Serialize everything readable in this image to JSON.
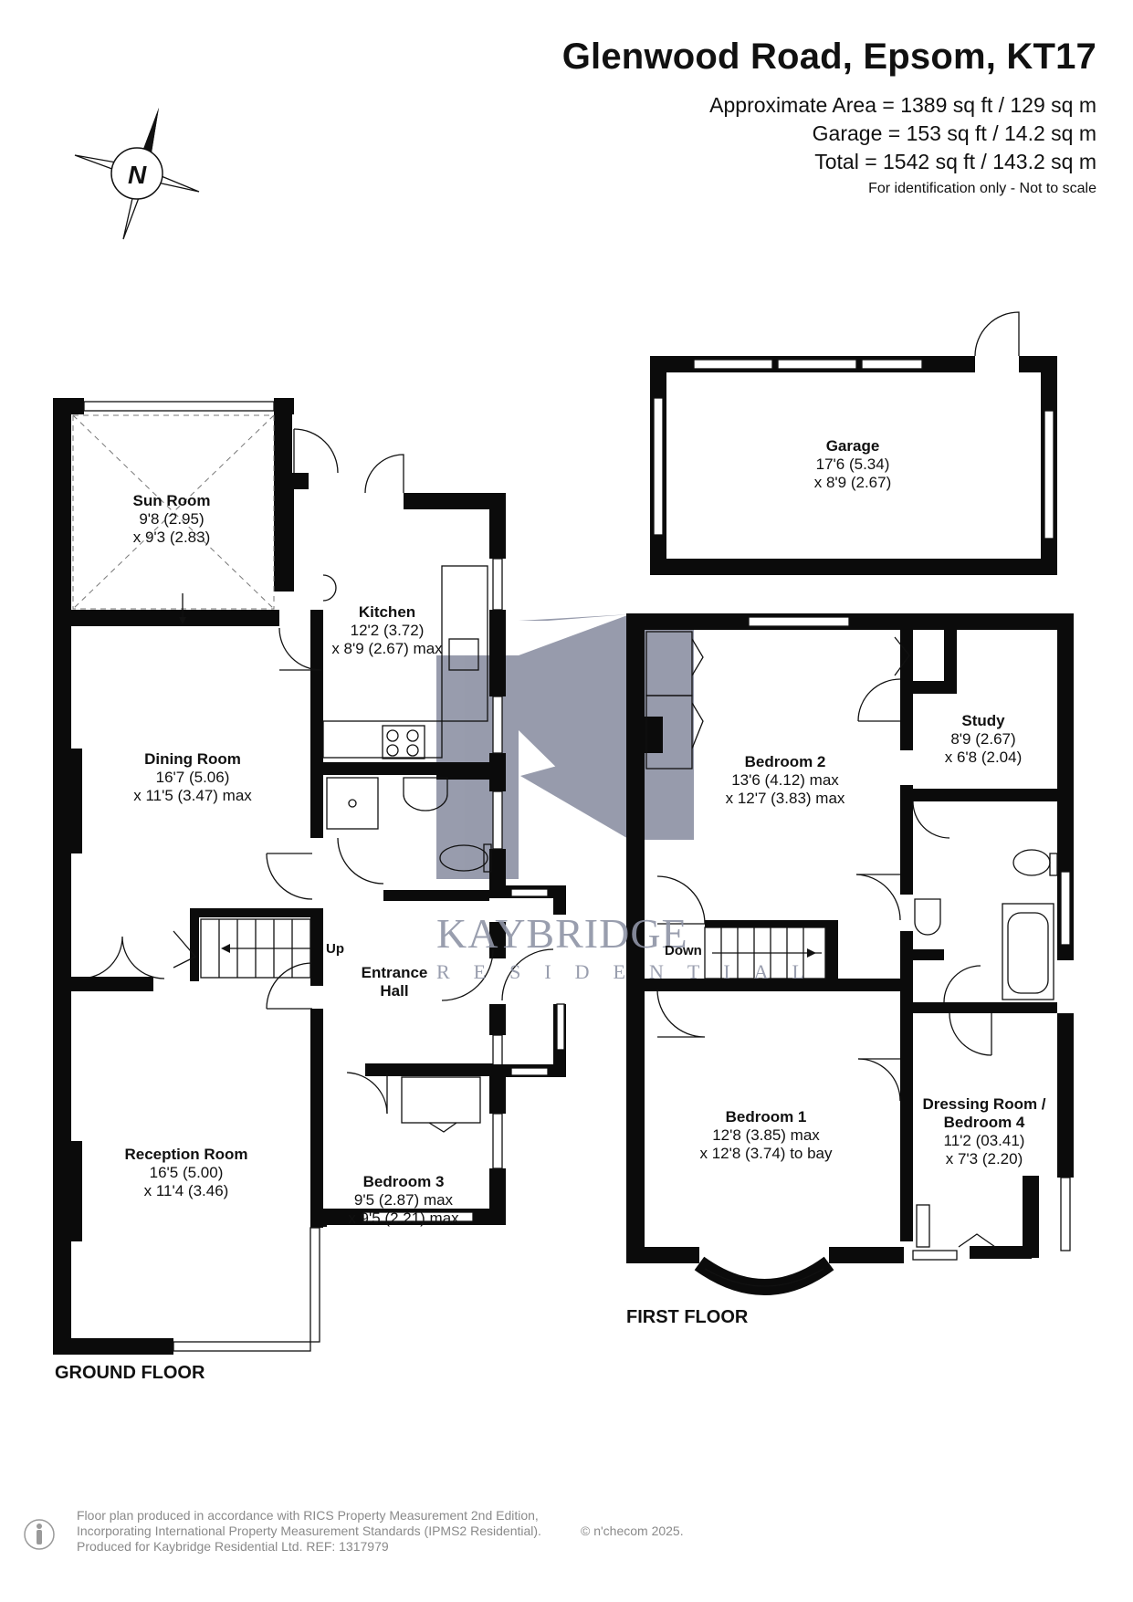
{
  "header": {
    "title": "Glenwood Road, Epsom, KT17",
    "area_approx": "Approximate Area = 1389 sq ft / 129 sq m",
    "area_garage": "Garage = 153 sq ft / 14.2 sq m",
    "area_total": "Total = 1542 sq ft / 143.2 sq m",
    "note": "For identification only - Not to scale"
  },
  "compass": {
    "label": "N"
  },
  "rooms": {
    "sun_room": {
      "name": "Sun Room",
      "dim1": "9'8 (2.95)",
      "dim2": "x 9'3 (2.83)"
    },
    "kitchen": {
      "name": "Kitchen",
      "dim1": "12'2 (3.72)",
      "dim2": "x 8'9 (2.67) max"
    },
    "dining_room": {
      "name": "Dining Room",
      "dim1": "16'7 (5.06)",
      "dim2": "x 11'5 (3.47) max"
    },
    "entrance_hall": {
      "name1": "Entrance",
      "name2": "Hall"
    },
    "reception_room": {
      "name": "Reception Room",
      "dim1": "16'5 (5.00)",
      "dim2": "x 11'4 (3.46)"
    },
    "bedroom_3": {
      "name": "Bedroom 3",
      "dim1": "9'5 (2.87) max",
      "dim2": "x 9'5 (2.21) max"
    },
    "garage": {
      "name": "Garage",
      "dim1": "17'6 (5.34)",
      "dim2": "x 8'9 (2.67)"
    },
    "bedroom_2": {
      "name": "Bedroom 2",
      "dim1": "13'6 (4.12) max",
      "dim2": "x 12'7 (3.83) max"
    },
    "study": {
      "name": "Study",
      "dim1": "8'9 (2.67)",
      "dim2": "x 6'8 (2.04)"
    },
    "bedroom_1": {
      "name": "Bedroom 1",
      "dim1": "12'8 (3.85) max",
      "dim2": "x 12'8 (3.74) to bay"
    },
    "dressing_room": {
      "name1": "Dressing Room /",
      "name2": "Bedroom 4",
      "dim1": "11'2 (03.41)",
      "dim2": "x 7'3 (2.20)"
    }
  },
  "stairs": {
    "up": "Up",
    "down": "Down"
  },
  "floors": {
    "ground": "GROUND FLOOR",
    "first": "FIRST FLOOR"
  },
  "watermark": {
    "brand": "KAYBRIDGE",
    "sub": "RESIDENTIAL"
  },
  "footer": {
    "line1": "Floor plan produced in accordance with RICS Property Measurement 2nd Edition,",
    "line2": "Incorporating International Property Measurement Standards (IPMS2 Residential).",
    "line3": "Produced for Kaybridge Residential Ltd.   REF:  1317979",
    "brand": "© n'checom 2025."
  },
  "colors": {
    "wall": "#0b0b0b",
    "watermark": "#8f94a6"
  }
}
